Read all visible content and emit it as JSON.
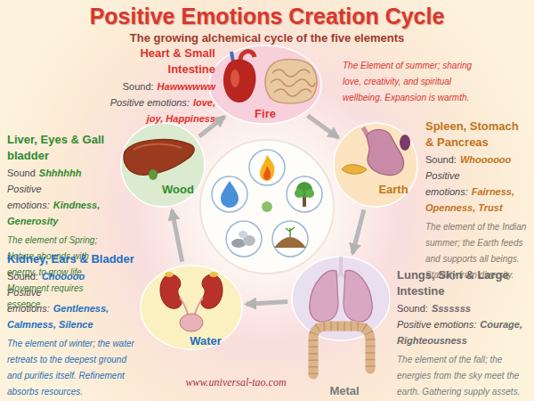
{
  "diagram": {
    "title": "Positive Emotions Creation Cycle",
    "nodes": [
      {
        "text": [
          "Fire"
        ]
      },
      {
        "text": [
          "Earth"
        ]
      },
      {
        "text": [
          "Metal"
        ]
      },
      {
        "text": [
          "Water"
        ]
      },
      {
        "text": [
          "Wood"
        ]
      }
    ],
    "edges": [
      {
        "from": 0,
        "to": 1,
        "arrow": "to"
      },
      {
        "from": 1,
        "to": 2,
        "arrow": "to"
      },
      {
        "from": 2,
        "to": 3,
        "arrow": "to"
      },
      {
        "from": 3,
        "to": 4,
        "arrow": "to"
      },
      {
        "from": 4,
        "to": 0,
        "arrow": "to"
      }
    ],
    "labels": [
      "The growing alchemical cycle of the five elements",
      "Heart & Small Intestine",
      "Sound:",
      "Hawwwwww",
      "Positive emotions:",
      "love, joy, Happiness",
      "The Element of summer; sharing love, creativity, and spiritual wellbeing. Expansion is warmth.",
      "Spleen, Stomach & Pancreas",
      "Sound:",
      "Whoooooo",
      "Positive emotions:",
      "Fairness, Openness, Trust",
      "The element of the Indian summer; the Earth feeds and supports all beings. Stability from diversity.",
      "Lungs, Skin & Large Intestine",
      "Sound:",
      "Sssssss",
      "Positive emotions:",
      "Courage, Righteousness",
      "The element of the fall; the energies from the sky meet the earth. Gathering supply assets.",
      "Kidney, Ears & Bladder",
      "Sound:",
      "Chooooo",
      "Positive emotions:",
      "Gentleness, Calmness, Silence",
      "The element of winter; the water retreats to the deepest ground and purifies itself. Refinement absorbs resources.",
      "Liver, Eyes & Gall bladder",
      "Sound",
      "Shhhhhh",
      "Positive emotions:",
      "Kindness, Generosity",
      "The element of Spring; Nature abounds with energy, to grow life. Movement requires essence.",
      "www.universal-tao.com"
    ]
  }
}
